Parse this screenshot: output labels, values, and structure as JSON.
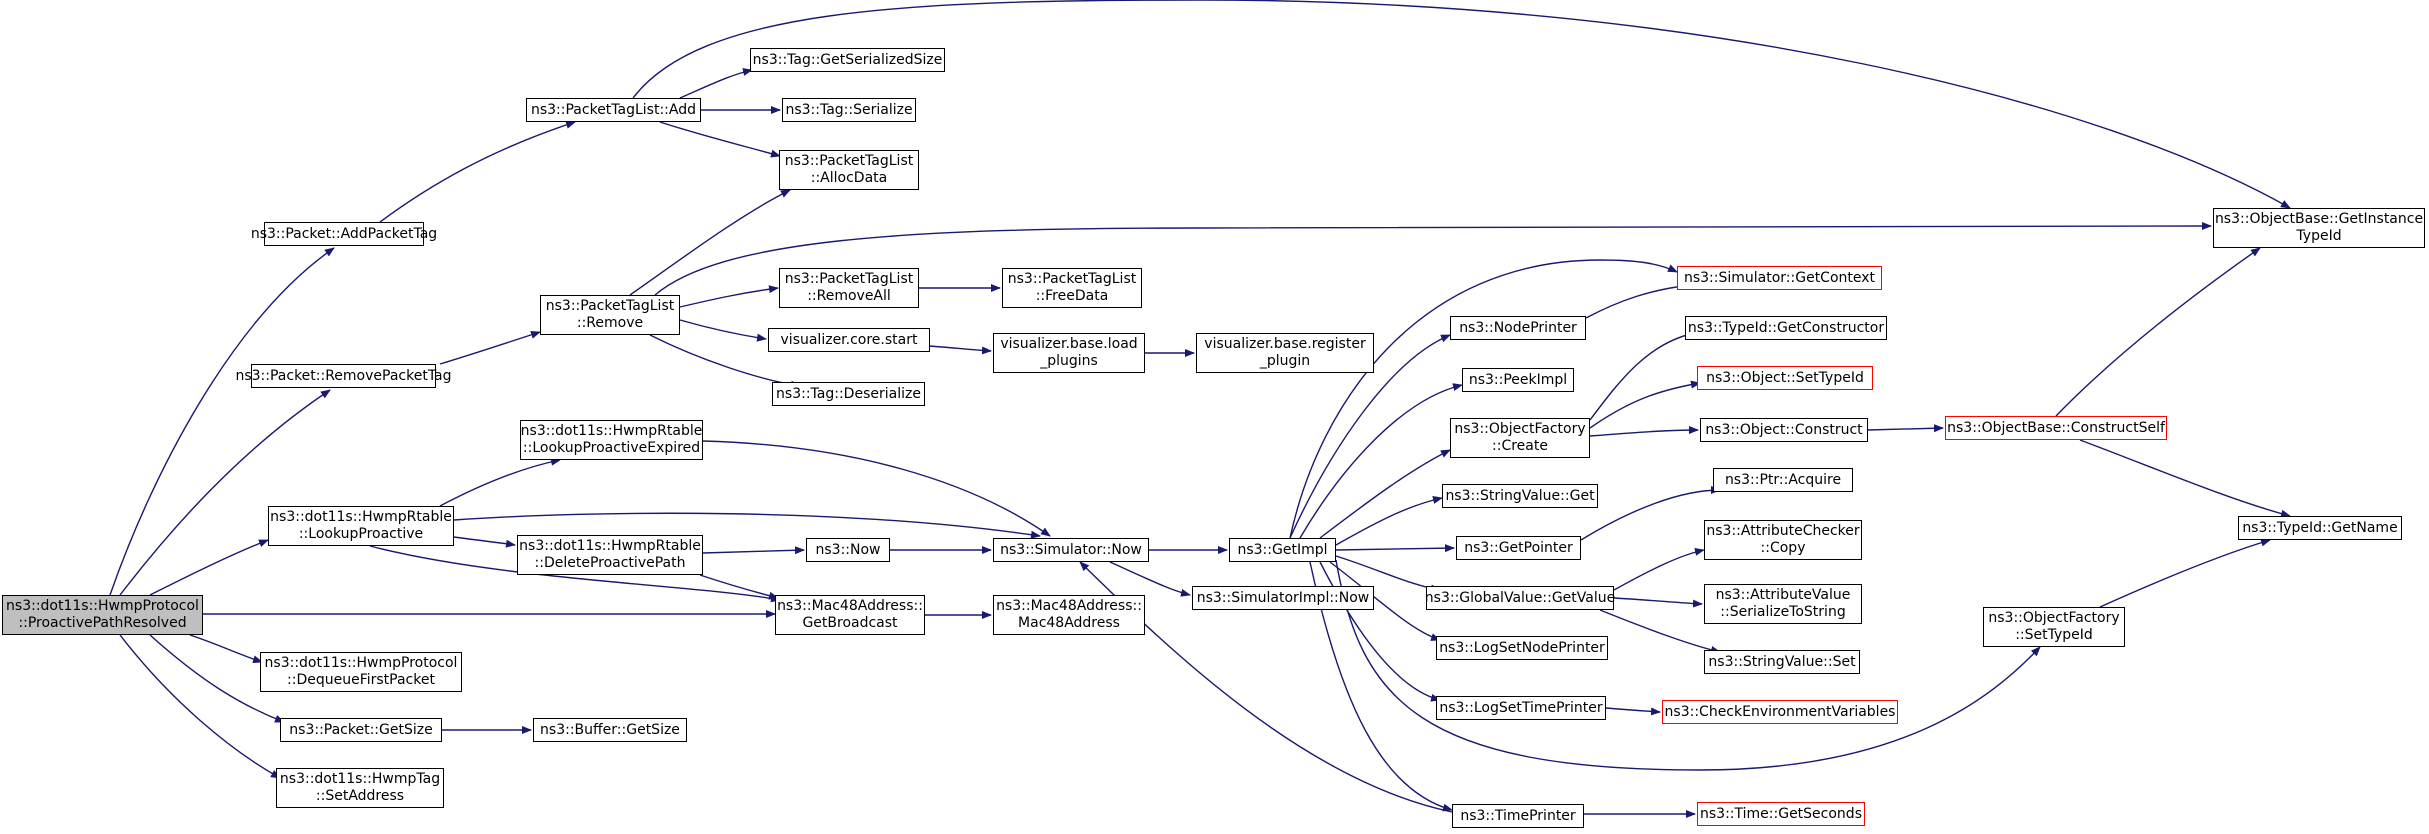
{
  "graph": {
    "root": "ns3::dot11s::HwmpProtocol\n::ProactivePathResolved",
    "colors": {
      "edge": "#191970",
      "root_fill": "#bfbfbf",
      "truncated_border": "#ff0000",
      "border": "#000000"
    },
    "nodes": {
      "add_packet_tag": "ns3::Packet::AddPacketTag",
      "remove_packet_tag": "ns3::Packet::RemovePacketTag",
      "lookup_proactive": "ns3::dot11s::HwmpRtable\n::LookupProactive",
      "dequeue_first_packet": "ns3::dot11s::HwmpProtocol\n::DequeueFirstPacket",
      "packet_get_size": "ns3::Packet::GetSize",
      "hwmp_tag_set_address": "ns3::dot11s::HwmpTag\n::SetAddress",
      "packet_tag_list_add": "ns3::PacketTagList::Add",
      "packet_tag_list_remove": "ns3::PacketTagList\n::Remove",
      "lookup_proactive_expired": "ns3::dot11s::HwmpRtable\n::LookupProactiveExpired",
      "delete_proactive_path": "ns3::dot11s::HwmpRtable\n::DeleteProactivePath",
      "buffer_get_size": "ns3::Buffer::GetSize",
      "tag_get_serialized_size": "ns3::Tag::GetSerializedSize",
      "tag_serialize": "ns3::Tag::Serialize",
      "packet_tag_list_alloc_data": "ns3::PacketTagList\n::AllocData",
      "packet_tag_list_remove_all": "ns3::PacketTagList\n::RemoveAll",
      "visualizer_core_start": "visualizer.core.start",
      "tag_deserialize": "ns3::Tag::Deserialize",
      "ns3_now": "ns3::Now",
      "mac48_get_broadcast": "ns3::Mac48Address::\nGetBroadcast",
      "packet_tag_list_free_data": "ns3::PacketTagList\n::FreeData",
      "visualizer_base_load_plugins": "visualizer.base.load\n_plugins",
      "simulator_now": "ns3::Simulator::Now",
      "mac48_address": "ns3::Mac48Address::\nMac48Address",
      "visualizer_base_register_plugin": "visualizer.base.register\n_plugin",
      "get_impl": "ns3::GetImpl",
      "simulator_impl_now": "ns3::SimulatorImpl::Now",
      "node_printer": "ns3::NodePrinter",
      "peek_impl": "ns3::PeekImpl",
      "object_factory_create": "ns3::ObjectFactory\n::Create",
      "string_value_get": "ns3::StringValue::Get",
      "get_pointer": "ns3::GetPointer",
      "global_value_get_value": "ns3::GlobalValue::GetValue",
      "log_set_node_printer": "ns3::LogSetNodePrinter",
      "log_set_time_printer": "ns3::LogSetTimePrinter",
      "time_printer": "ns3::TimePrinter",
      "simulator_get_context": "ns3::Simulator::GetContext",
      "type_id_get_constructor": "ns3::TypeId::GetConstructor",
      "object_set_type_id": "ns3::Object::SetTypeId",
      "object_construct": "ns3::Object::Construct",
      "ptr_acquire": "ns3::Ptr::Acquire",
      "attribute_checker_copy": "ns3::AttributeChecker\n::Copy",
      "attribute_value_serialize_to_string": "ns3::AttributeValue\n::SerializeToString",
      "string_value_set": "ns3::StringValue::Set",
      "check_environment_variables": "ns3::CheckEnvironmentVariables",
      "time_get_seconds": "ns3::Time::GetSeconds",
      "object_base_construct_self": "ns3::ObjectBase::ConstructSelf",
      "object_factory_set_type_id": "ns3::ObjectFactory\n::SetTypeId",
      "object_base_get_instance_type_id": "ns3::ObjectBase::GetInstance\nTypeId",
      "type_id_get_name": "ns3::TypeId::GetName"
    }
  }
}
